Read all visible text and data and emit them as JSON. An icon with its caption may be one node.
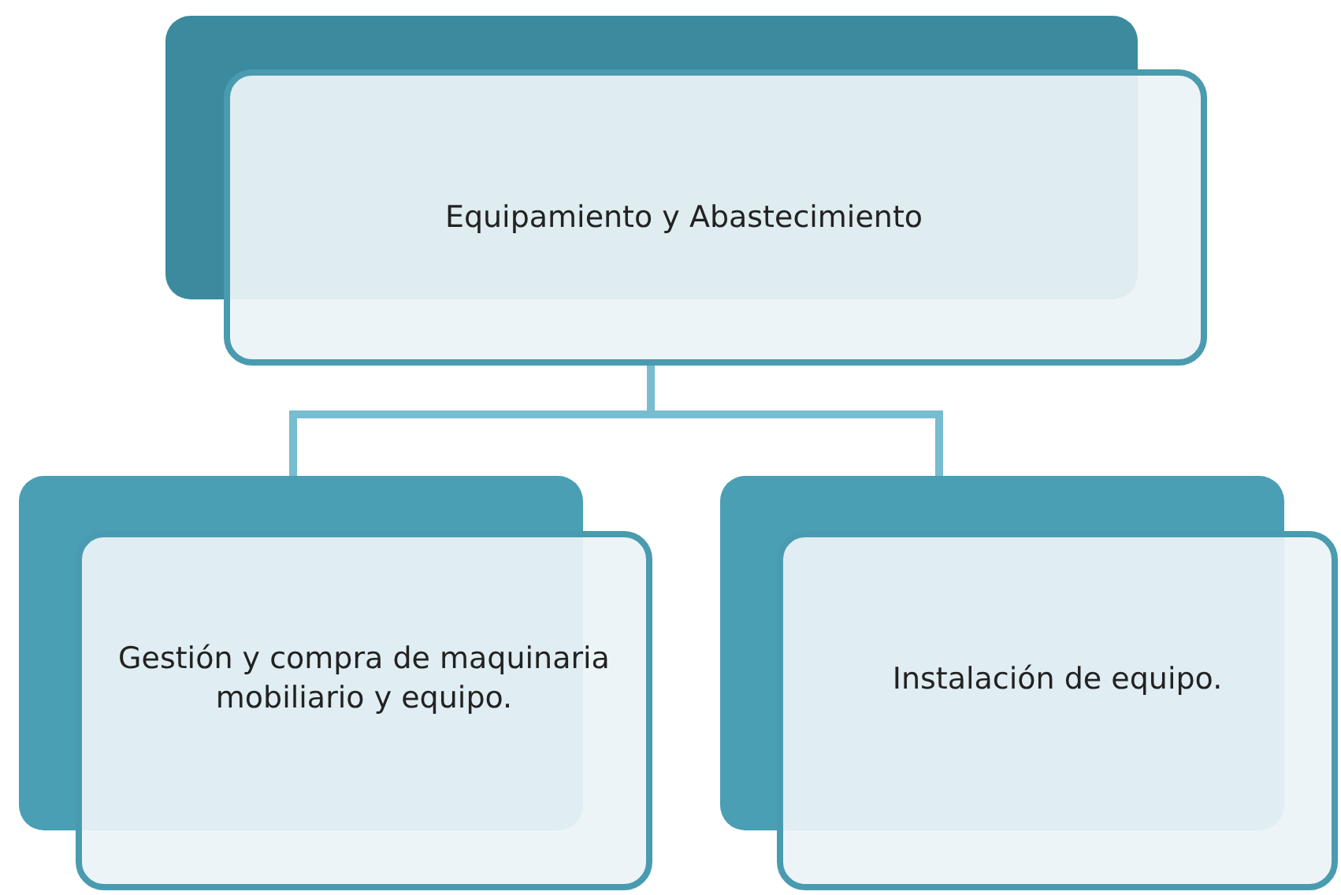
{
  "diagram": {
    "nodes": [
      {
        "text": [
          "Equipamiento y Abastecimiento"
        ]
      },
      {
        "text": [
          "Gestión y compra de maquinaria mobiliario y equipo."
        ]
      },
      {
        "text": [
          "Instalación de equipo."
        ]
      }
    ],
    "edges": [
      {
        "from": 0,
        "to": 1,
        "arrow": "none"
      },
      {
        "from": 0,
        "to": 2,
        "arrow": "none"
      }
    ]
  }
}
